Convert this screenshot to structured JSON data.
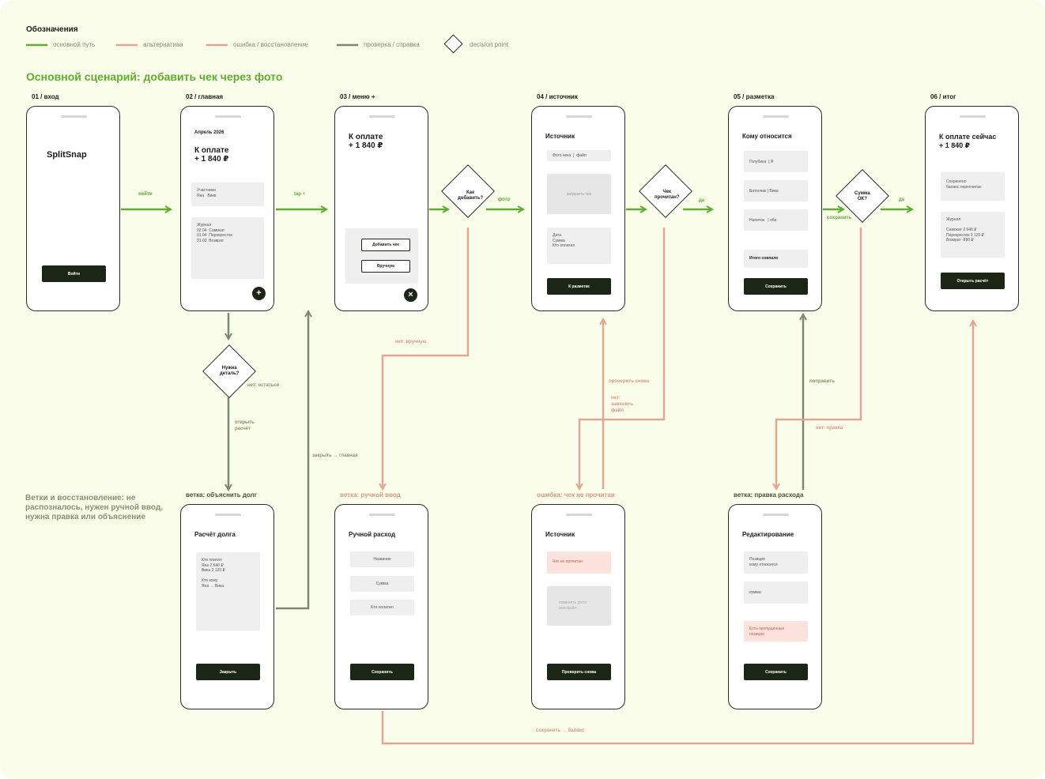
{
  "legend": {
    "title": "Обозначения",
    "items": [
      {
        "label": "основной путь",
        "color": "#5fae2f"
      },
      {
        "label": "альтернатива",
        "color": "#e0a698"
      },
      {
        "label": "ошибка / восстановление",
        "color": "#e0a698"
      },
      {
        "label": "проверка / справка",
        "color": "#7e8676"
      },
      {
        "label": "decision point",
        "color": "#2a2a2a"
      }
    ]
  },
  "main_title": "Основной сценарий: добавить чек через фото",
  "branches_title": "Ветки и восстановление: не распозналось, нужен ручной ввод, нужна правка или объяснение",
  "colors": {
    "main": "#5fae2f",
    "alt": "#d69a88",
    "check": "#7e8676",
    "dark": "#1c2616"
  },
  "screens": {
    "s01": {
      "label": "01 / вход",
      "app": "SplitSnap",
      "button": "Войти"
    },
    "s02": {
      "label": "02 / главная",
      "month": "Апрель 2026",
      "due": "К оплате\n+ 1 840 ₽",
      "participants": "Участники\nЯна   Вика",
      "journal": "Журнал\n02.04  Самокат\n01.04  Перекресток\n31.03  Возврат",
      "fab": "+"
    },
    "s03": {
      "label": "03 / меню +",
      "due": "К оплате\n+ 1 840 ₽",
      "add_check": "Добавить чек",
      "manual": "Вручную",
      "close": "×"
    },
    "s04": {
      "label": "04 / источник",
      "title": "Источник",
      "tabs": "Фото чека  |  файл",
      "upload": "загрузить чек",
      "fields": "Дата\nСумма\nКто оплатил",
      "button": "К разметке"
    },
    "s05": {
      "label": "05 / разметка",
      "title": "Кому относится",
      "row1": "Голубика  | Я",
      "row2": "Батончик | Вика",
      "row3": "Напиток   | оба",
      "total": "Итого совпало",
      "button": "Сохранить"
    },
    "s06": {
      "label": "06 / итог",
      "due": "К оплате сейчас\n+ 1 840 ₽",
      "saved": "Сохранено\nбаланс пересчитан",
      "journal": "Журнал\n\nСамокат 2 640 ₽\nПерекресток 3 120 ₽\nВозврат -890 ₽",
      "button": "Открыть расчёт"
    },
    "b1": {
      "label": "ветка: объяснить долг",
      "title": "Расчёт долга",
      "details": "Кто платил\nЯна 2 640 ₽\nВика 3 120 ₽\n\nКто кому\nЯна → Вика",
      "button": "Закрыть"
    },
    "b2": {
      "label": "ветка: ручной ввод",
      "title": "Ручной расход",
      "f1": "Название",
      "f2": "Сумма",
      "f3": "Кто оплатил",
      "button": "Сохранить"
    },
    "b3": {
      "label": "ошибка: чек не прочитан",
      "title": "Источник",
      "error": "Чек не прочитан",
      "retry": "поменять фото\nили файл",
      "button": "Проверить снова"
    },
    "b4": {
      "label": "ветка: правка расхода",
      "title": "Редактирование",
      "f1": "Позиция\nкому относится",
      "f2": "сумма",
      "warn": "Есть пропущенные\nпозиции",
      "button": "Сохранить"
    }
  },
  "decisions": {
    "d1": "Как\nдобавить?",
    "d2": "Чек\nпрочитан?",
    "d3": "Сумма\nОК?",
    "d4": "Нужна\nдеталь?"
  },
  "edges": {
    "login": "войти",
    "tap": "tap +",
    "photo": "фото",
    "yes1": "да",
    "save": "сохранить",
    "yes2": "да",
    "no_manual": "нет: вручную",
    "no_stay": "нет: остаться",
    "open_calc": "открыть\nрасчёт",
    "close_home": "закрыть → главная",
    "check_again": "проверить снова",
    "no_replace": "нет:\nзаменить\nфайл",
    "fix": "поправить",
    "no_fix": "нет: правка",
    "save_balance": "сохранить → баланс"
  }
}
